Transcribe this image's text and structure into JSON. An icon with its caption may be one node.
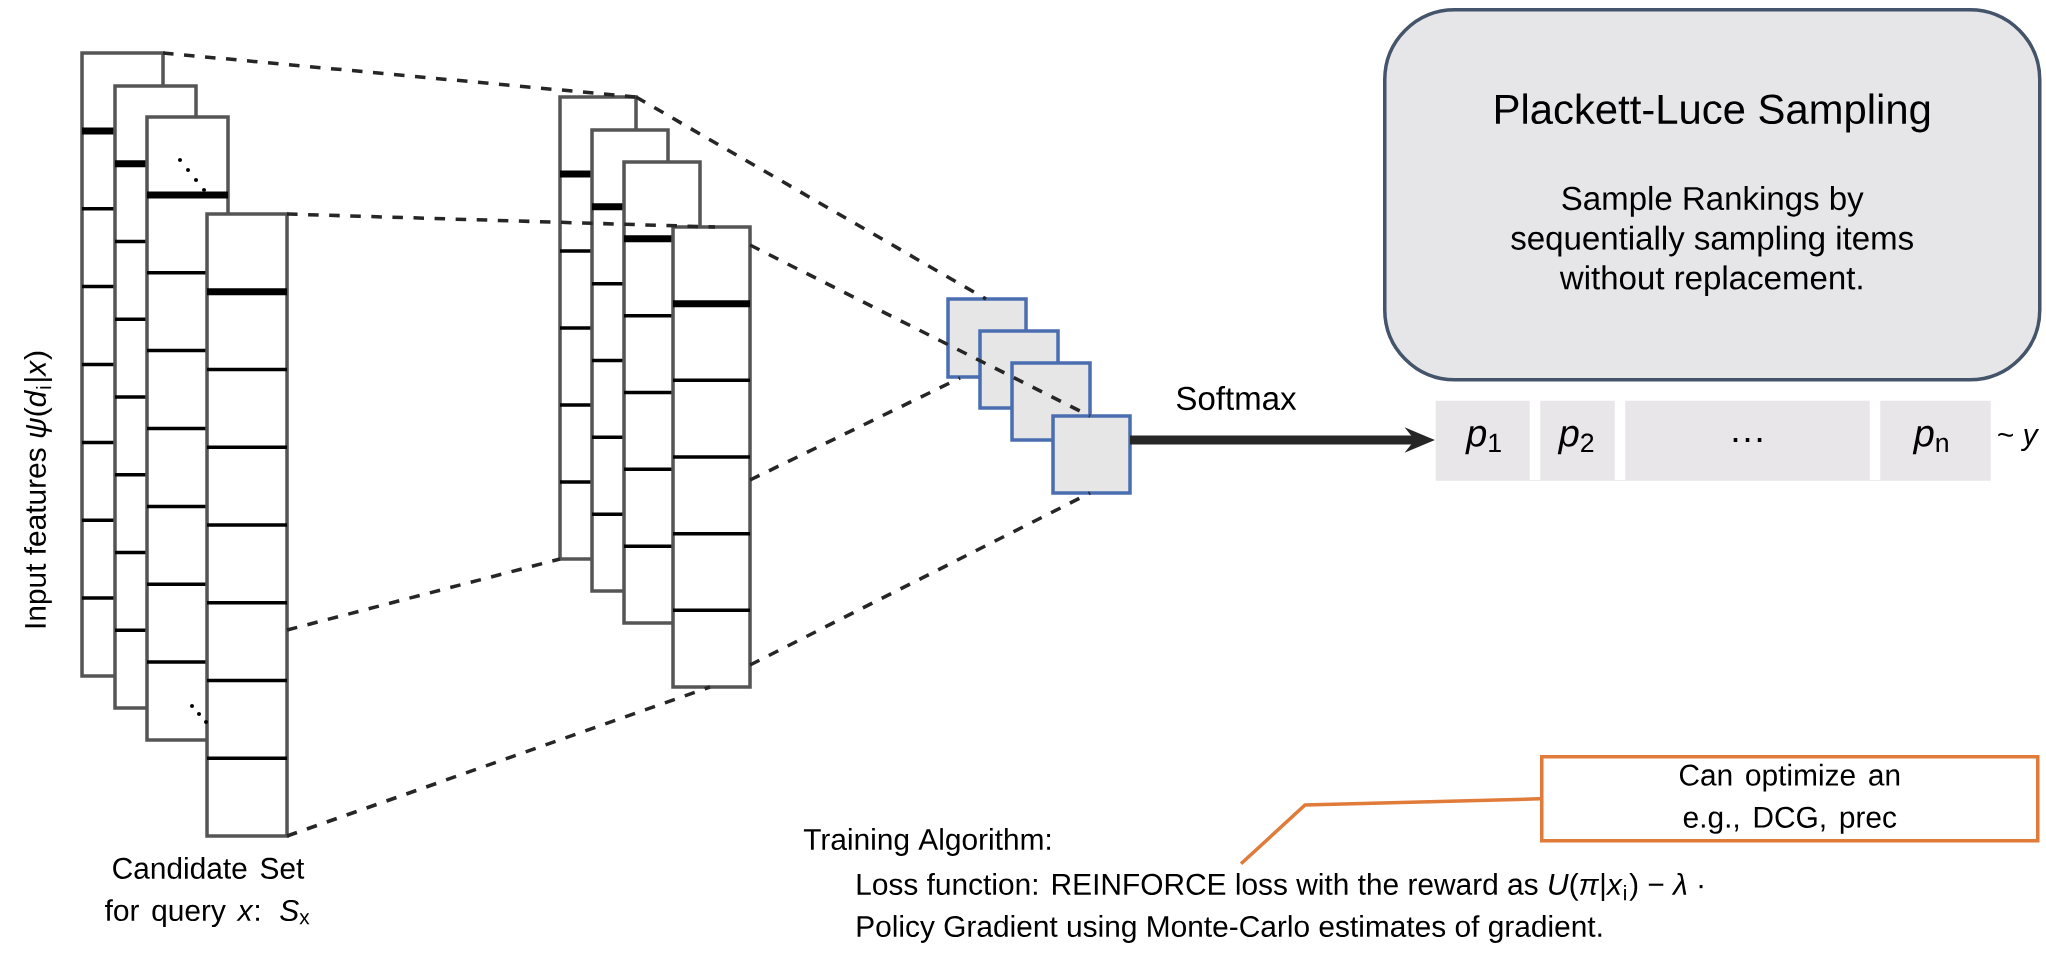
{
  "diagram": {
    "nodes": [
      {
        "text": [],
        "shape": "picture",
        "beside": [
          "Input features *ψ*(*d*$_{i}$|*x*)",
          "Candidate Set for query *x*: *S*$_{x}$"
        ]
      },
      {
        "text": [],
        "shape": "picture"
      },
      {
        "text": [],
        "shape": "picture"
      },
      {
        "text": [
          "*p*$_{1}$",
          "*p*$_{2}$",
          "…",
          "*p*$_{n}$"
        ],
        "beside": [
          "~ *y*"
        ]
      },
      {
        "text": [
          "Plackett-Luce Sampling",
          "Sample Rankings by sequentially sampling items without replacement."
        ]
      },
      {
        "text": [
          "Can optimize an e.g., DCG, prec"
        ]
      },
      {
        "text": [
          "Loss function: REINFORCE loss with the reward as *U*(*π*|*x*$_{i}$) − *λ* ·"
        ]
      }
    ],
    "edges": [
      {
        "from": 0,
        "to": 1,
        "arrow": "none",
        "style": "dashed"
      },
      {
        "from": 0,
        "to": 1,
        "arrow": "none",
        "style": "dashed"
      },
      {
        "from": 0,
        "to": 1,
        "arrow": "none",
        "style": "dashed"
      },
      {
        "from": 0,
        "to": 1,
        "arrow": "none",
        "style": "dashed"
      },
      {
        "from": 1,
        "to": 2,
        "arrow": "none",
        "style": "dashed"
      },
      {
        "from": 1,
        "to": 2,
        "arrow": "none",
        "style": "dashed"
      },
      {
        "from": 1,
        "to": 2,
        "arrow": "none",
        "style": "dashed"
      },
      {
        "from": 1,
        "to": 2,
        "arrow": "none",
        "style": "dashed"
      },
      {
        "from": 2,
        "to": 3,
        "arrow": "to",
        "style": "thick",
        "label": "Softmax"
      },
      {
        "from": 5,
        "to": 6,
        "arrow": "none",
        "color": "#e07b39"
      }
    ],
    "labels": [
      "Training Algorithm:",
      "Policy Gradient using Monte-Carlo estimates of gradient."
    ]
  }
}
